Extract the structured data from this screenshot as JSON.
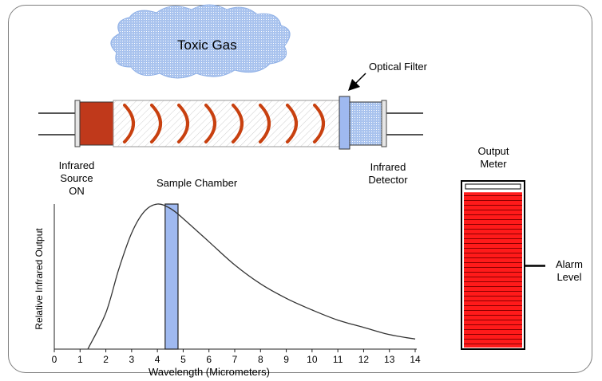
{
  "labels": {
    "toxic_gas": "Toxic Gas",
    "optical_filter": "Optical Filter",
    "source": [
      "Infrared",
      "Source",
      "ON"
    ],
    "sample_chamber": "Sample Chamber",
    "detector": [
      "Infrared",
      "Detector"
    ],
    "output_meter": [
      "Output",
      "Meter"
    ],
    "alarm_level": [
      "Alarm",
      "Level"
    ]
  },
  "chart_data": {
    "type": "line",
    "xlabel": "Wavelength (Micrometers)",
    "ylabel": "Relative Infrared Output",
    "xlim": [
      0,
      14
    ],
    "x_ticks": [
      "0",
      "1",
      "2",
      "3",
      "4",
      "5",
      "6",
      "7",
      "8",
      "9",
      "10",
      "11",
      "12",
      "13",
      "14"
    ],
    "x": [
      1.3,
      2,
      2.5,
      3,
      3.5,
      4,
      4.5,
      5,
      6,
      7,
      8,
      9,
      10,
      11,
      12,
      13,
      14
    ],
    "y": [
      0.0,
      0.25,
      0.55,
      0.8,
      0.95,
      1.0,
      0.97,
      0.9,
      0.74,
      0.58,
      0.45,
      0.35,
      0.27,
      0.2,
      0.15,
      0.1,
      0.07
    ],
    "filter_band": [
      4.3,
      4.8
    ]
  },
  "meter": {
    "level": 0.95,
    "alarm_level": 0.5
  },
  "colors": {
    "source": "#c0391b",
    "detector": "#9fb9f0",
    "filter": "#9fb9f0",
    "wave": "#c8400f",
    "meter_fill": "#ff0000",
    "cloud": "#aac8ee"
  }
}
